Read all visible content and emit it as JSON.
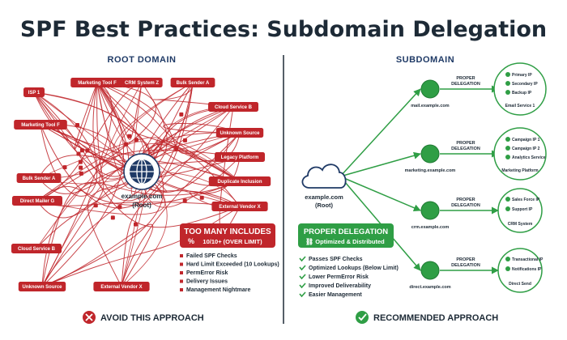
{
  "title": "SPF Best Practices: Subdomain Delegation",
  "root": {
    "heading": "ROOT DOMAIN",
    "center_label": "example.com",
    "center_sub": "(Root)",
    "nodes": [
      "ISP 1",
      "Marketing Tool F",
      "CRM System Z",
      "Bulk Sender A",
      "Cloud Service B",
      "Marketing Tool F",
      "Unknown Source",
      "Legacy Platform",
      "Bulk Sender A",
      "Duplicate Inclusion",
      "Direct Mailer G",
      "External Vendor X",
      "Cloud Service B",
      "Unknown Source",
      "External Vendor X"
    ],
    "warning_title": "TOO MANY INCLUDES",
    "warning_sub": "10/10+ (OVER LIMIT)",
    "bullets": [
      "Failed SPF Checks",
      "Hard Limit Exceeded (10 Lookups)",
      "PermError Risk",
      "Delivery Issues",
      "Management Nightmare"
    ],
    "footer": "AVOID THIS APPROACH"
  },
  "sub": {
    "heading": "SUBDOMAIN",
    "root_label": "example.com",
    "root_sub": "(Root)",
    "badge_title": "PROPER DELEGATION",
    "badge_sub": "Optimized & Distributed",
    "bullets": [
      "Passes SPF Checks",
      "Optimized Lookups (Below Limit)",
      "Lower PermError Risk",
      "Improved Deliverability",
      "Easier Management"
    ],
    "footer": "RECOMMENDED APPROACH",
    "edge_label_1": "PROPER",
    "edge_label_2": "DELEGATION",
    "subdomains": [
      {
        "name": "mail.example.com",
        "items": [
          "Primary IP",
          "Secondary IP",
          "Backup IP"
        ],
        "service": "Email Service 1"
      },
      {
        "name": "marketing.example.com",
        "items": [
          "Campaign IP 1",
          "Campaign IP 2",
          "Analytics Service"
        ],
        "service": "Marketing Platform"
      },
      {
        "name": "crm.example.com",
        "items": [
          "Sales Force IP",
          "Support IP"
        ],
        "service": "CRM System"
      },
      {
        "name": "direct.example.com",
        "items": [
          "Transactional IP",
          "Notifications IP"
        ],
        "service": "Direct Send"
      }
    ]
  },
  "colors": {
    "red": "#c0262b",
    "green": "#2f9e45",
    "dark": "#1d2a36",
    "navy": "#1f3a66"
  }
}
